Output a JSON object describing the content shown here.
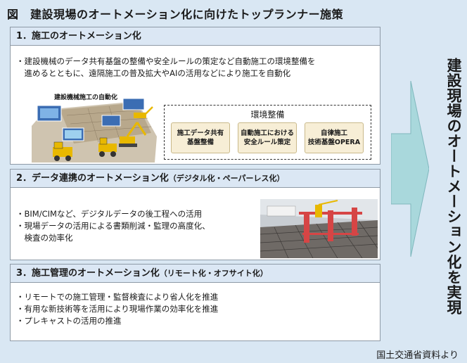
{
  "title": "図　建設現場のオートメーション化に向けたトップランナー施策",
  "sections": [
    {
      "heading": "1．施工のオートメーション化",
      "subheading": "",
      "bullets": [
        "・建設機械のデータ共有基盤の整備や安全ルールの策定など自動施工の環境整備を",
        "　進めるとともに、遠隔施工の普及拡大やAIの活用などにより施工を自動化"
      ],
      "illustration_caption": "建設機械施工の自動化",
      "environment": {
        "title": "環境整備",
        "items": [
          "施工データ共有\n基盤整備",
          "自動施工における\n安全ルール策定",
          "自律施工\n技術基盤OPERA"
        ]
      }
    },
    {
      "heading": "2．データ連携のオートメーション化",
      "subheading": "（デジタル化・ペーパーレス化）",
      "bullets": [
        "・BIM/CIMなど、デジタルデータの後工程への活用",
        "・現場データの活用による書類削減・監理の高度化、",
        "　検査の効率化"
      ]
    },
    {
      "heading": "3．施工管理のオートメーション化",
      "subheading": "（リモート化・オフサイト化）",
      "bullets": [
        "・リモートでの施工管理・監督検査により省人化を推進",
        "・有用な新技術等を活用により現場作業の効率化を推進",
        "・プレキャストの活用の推進"
      ]
    }
  ],
  "vertical_text": "建設現場のオートメーション化を実現",
  "source": "国土交通省資料より",
  "colors": {
    "background": "#d9e7f3",
    "section_header": "#dbe7f4",
    "env_box": "#f7eed6",
    "arrow": "#a9d8dc"
  }
}
